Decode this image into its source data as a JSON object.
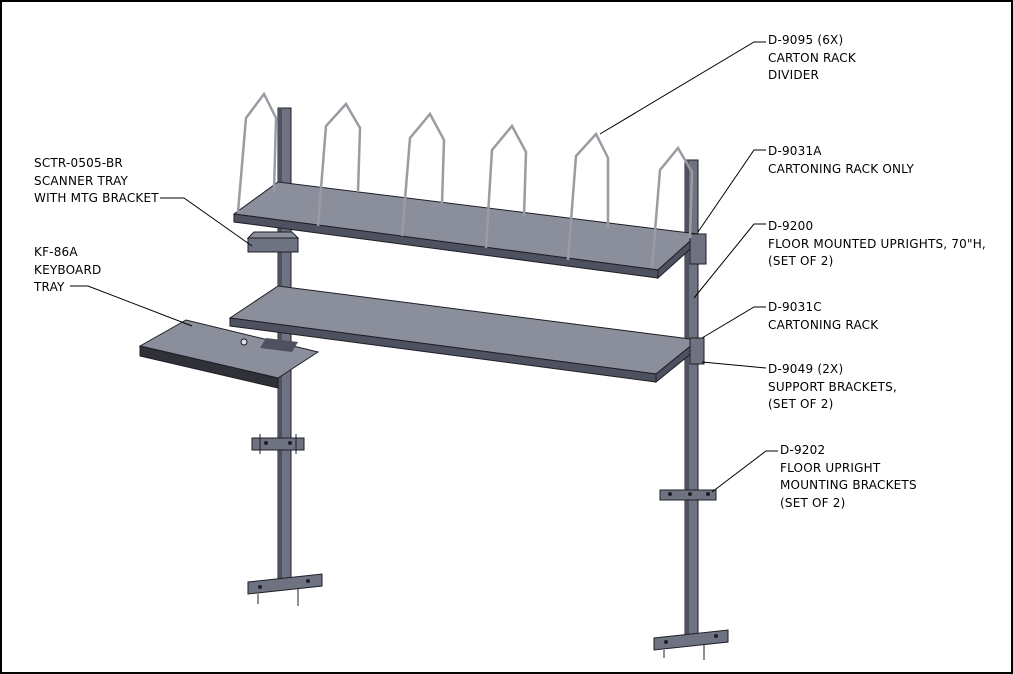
{
  "colors": {
    "metal": "#6f7280",
    "metal_dark": "#4e5160",
    "metal_light": "#8b8e9b",
    "edge": "#1e1f26",
    "wire": "#9a9ca4",
    "leader": "#000000"
  },
  "callouts": [
    {
      "id": "divider",
      "lines": [
        "D-9095 (6X)",
        "CARTON RACK",
        "DIVIDER"
      ]
    },
    {
      "id": "cartoning-rack-only",
      "lines": [
        "D-9031A",
        "CARTONING RACK ONLY"
      ]
    },
    {
      "id": "uprights",
      "lines": [
        "D-9200",
        "FLOOR MOUNTED UPRIGHTS, 70\"H,",
        "(SET OF 2)"
      ]
    },
    {
      "id": "cartoning-rack",
      "lines": [
        "D-9031C",
        "CARTONING RACK"
      ]
    },
    {
      "id": "support-brackets",
      "lines": [
        "D-9049 (2X)",
        "SUPPORT BRACKETS,",
        "(SET OF 2)"
      ]
    },
    {
      "id": "mounting-brackets",
      "lines": [
        "D-9202",
        "FLOOR UPRIGHT",
        "MOUNTING BRACKETS",
        "(SET OF 2)"
      ]
    },
    {
      "id": "scanner-tray",
      "lines": [
        "SCTR-0505-BR",
        "SCANNER TRAY",
        "WITH MTG BRACKET"
      ]
    },
    {
      "id": "keyboard-tray",
      "lines": [
        "KF-86A",
        "KEYBOARD",
        "TRAY"
      ]
    }
  ]
}
